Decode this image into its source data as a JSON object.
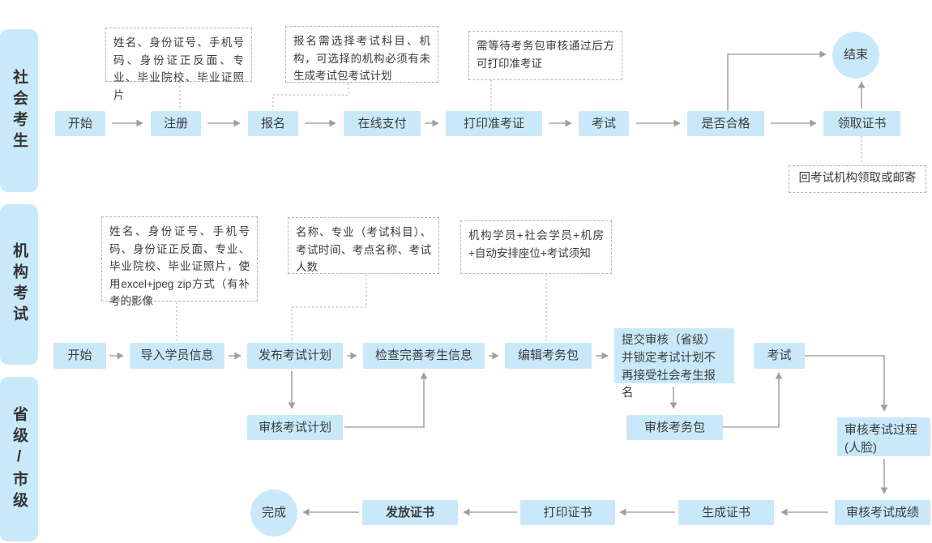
{
  "lanes": [
    {
      "label": "社会考生"
    },
    {
      "label": "机构考试"
    },
    {
      "label": "省级/市级"
    }
  ],
  "flow1": {
    "start": "开始",
    "register": "注册",
    "signup": "报名",
    "pay": "在线支付",
    "print_ticket": "打印准考证",
    "exam": "考试",
    "qualified": "是否合格",
    "get_cert": "领取证书",
    "end": "结束",
    "note_register": "姓名、身份证号、手机号码、身份证正反面、专业、毕业院校、毕业证照片",
    "note_signup": "报名需选择考试科目、机构，可选择的机构必须有未生成考试包考试计划",
    "note_print": "需等待考务包审核通过后方可打印准考证",
    "note_cert": "回考试机构领取或邮寄"
  },
  "flow2": {
    "start": "开始",
    "import": "导入学员信息",
    "publish": "发布考试计划",
    "check": "检查完善考生信息",
    "edit_pack": "编辑考务包",
    "submit": "提交审核（省级）并锁定考试计划不再接受社会考生报名",
    "exam": "考试",
    "note_import": "姓名、身份证号、手机号码、身份证正反面、专业、毕业院校、毕业证照片，使用excel+jpeg zip方式（有补考的影像",
    "note_publish": "名称、专业（考试科目）、考试时间、考点名称、考试人数",
    "note_pack": "机构学员+社会学员+机房+自动安排座位+考试须知"
  },
  "flow3": {
    "audit_plan": "审核考试计划",
    "audit_pack": "审核考务包",
    "audit_process": "审核考试过程(人脸)",
    "audit_score": "审核考试成绩",
    "gen_cert": "生成证书",
    "print_cert": "打印证书",
    "issue_cert": "发放证书",
    "done": "完成"
  },
  "colors": {
    "node_fill": "#c9e9fa",
    "wire": "#a8a8a8",
    "text": "#3c3c3c"
  }
}
